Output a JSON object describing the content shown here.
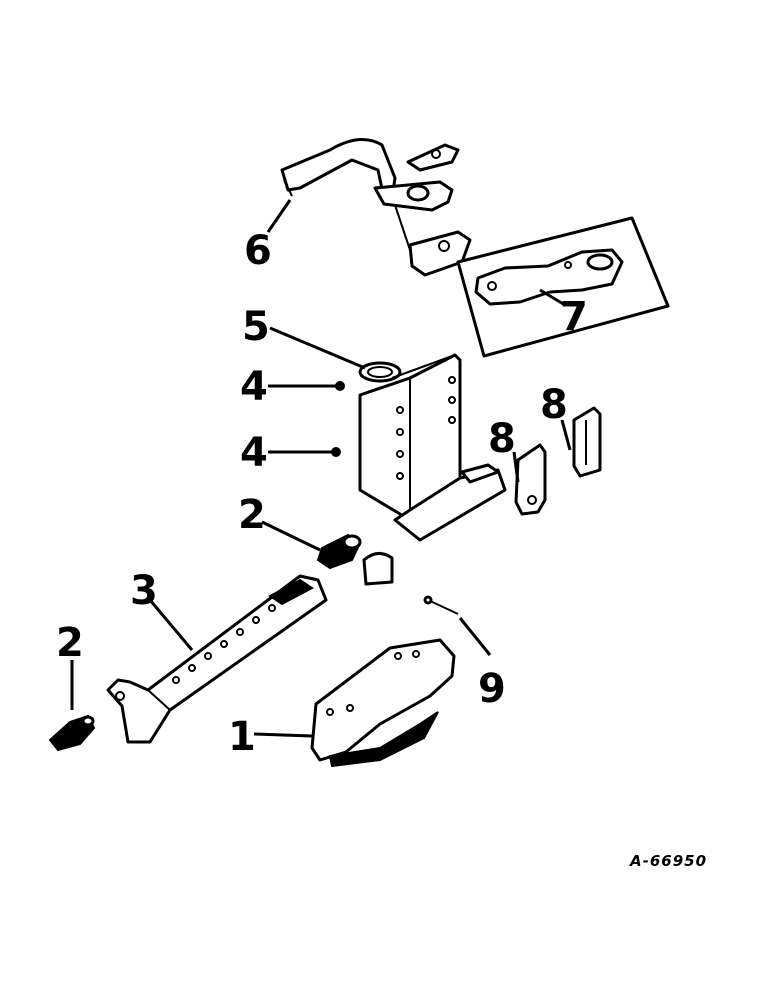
{
  "diagram": {
    "drawing_number": "A-66950",
    "callouts": [
      {
        "id": "c6",
        "label": "6"
      },
      {
        "id": "c7",
        "label": "7"
      },
      {
        "id": "c5",
        "label": "5"
      },
      {
        "id": "c4a",
        "label": "4"
      },
      {
        "id": "c4b",
        "label": "4"
      },
      {
        "id": "c8a",
        "label": "8"
      },
      {
        "id": "c8b",
        "label": "8"
      },
      {
        "id": "c2a",
        "label": "2"
      },
      {
        "id": "c3",
        "label": "3"
      },
      {
        "id": "c2b",
        "label": "2"
      },
      {
        "id": "c9",
        "label": "9"
      },
      {
        "id": "c1",
        "label": "1"
      }
    ]
  }
}
